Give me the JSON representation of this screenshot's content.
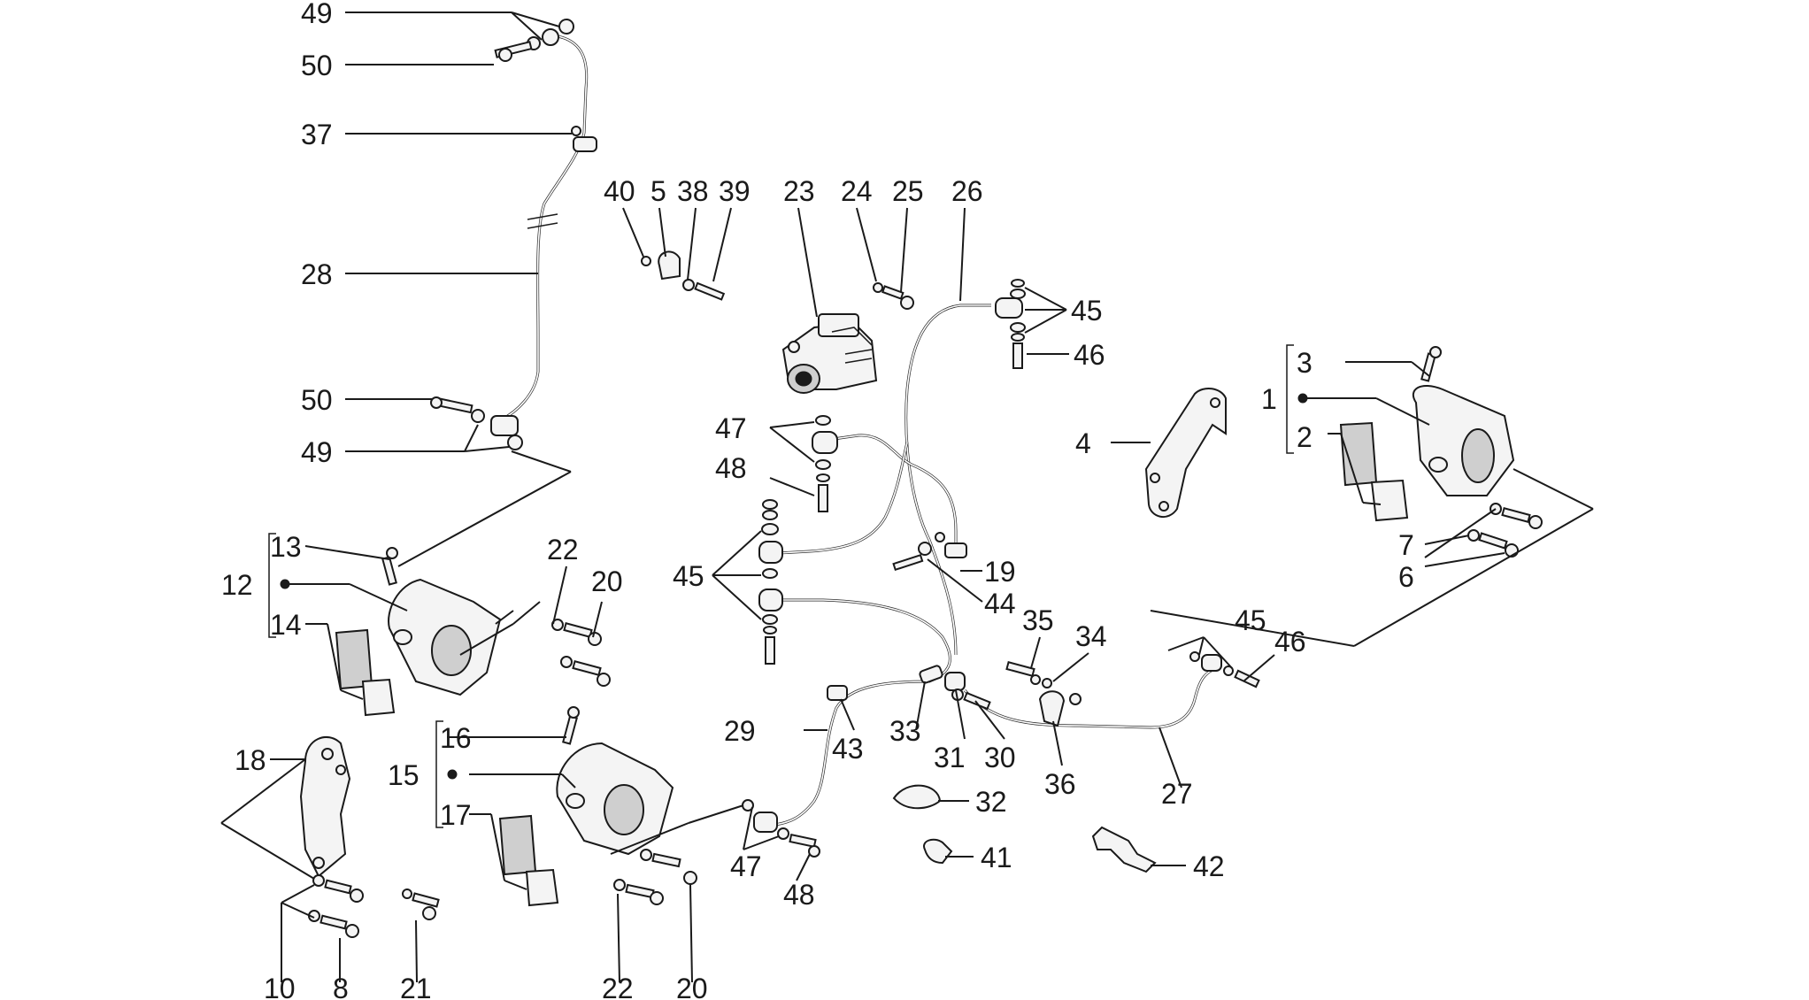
{
  "callouts": [
    {
      "id": "c49a",
      "text": "49"
    },
    {
      "id": "c50a",
      "text": "50"
    },
    {
      "id": "c37",
      "text": "37"
    },
    {
      "id": "c28",
      "text": "28"
    },
    {
      "id": "c50b",
      "text": "50"
    },
    {
      "id": "c49b",
      "text": "49"
    },
    {
      "id": "c40",
      "text": "40"
    },
    {
      "id": "c5",
      "text": "5"
    },
    {
      "id": "c38",
      "text": "38"
    },
    {
      "id": "c39",
      "text": "39"
    },
    {
      "id": "c23",
      "text": "23"
    },
    {
      "id": "c24",
      "text": "24"
    },
    {
      "id": "c25",
      "text": "25"
    },
    {
      "id": "c26",
      "text": "26"
    },
    {
      "id": "c45a",
      "text": "45"
    },
    {
      "id": "c46a",
      "text": "46"
    },
    {
      "id": "c47a",
      "text": "47"
    },
    {
      "id": "c48a",
      "text": "48"
    },
    {
      "id": "c45b",
      "text": "45"
    },
    {
      "id": "c19",
      "text": "19"
    },
    {
      "id": "c44",
      "text": "44"
    },
    {
      "id": "c3",
      "text": "3"
    },
    {
      "id": "c1",
      "text": "1"
    },
    {
      "id": "c2",
      "text": "2"
    },
    {
      "id": "c4",
      "text": "4"
    },
    {
      "id": "c7",
      "text": "7"
    },
    {
      "id": "c6",
      "text": "6"
    },
    {
      "id": "c13",
      "text": "13"
    },
    {
      "id": "c12",
      "text": "12"
    },
    {
      "id": "c14",
      "text": "14"
    },
    {
      "id": "c22a",
      "text": "22"
    },
    {
      "id": "c20a",
      "text": "20"
    },
    {
      "id": "c35",
      "text": "35"
    },
    {
      "id": "c34",
      "text": "34"
    },
    {
      "id": "c45c",
      "text": "45"
    },
    {
      "id": "c46b",
      "text": "46"
    },
    {
      "id": "c29",
      "text": "29"
    },
    {
      "id": "c43",
      "text": "43"
    },
    {
      "id": "c33",
      "text": "33"
    },
    {
      "id": "c31",
      "text": "31"
    },
    {
      "id": "c30",
      "text": "30"
    },
    {
      "id": "c36",
      "text": "36"
    },
    {
      "id": "c27",
      "text": "27"
    },
    {
      "id": "c16",
      "text": "16"
    },
    {
      "id": "c15",
      "text": "15"
    },
    {
      "id": "c17",
      "text": "17"
    },
    {
      "id": "c18",
      "text": "18"
    },
    {
      "id": "c32",
      "text": "32"
    },
    {
      "id": "c41",
      "text": "41"
    },
    {
      "id": "c42",
      "text": "42"
    },
    {
      "id": "c47b",
      "text": "47"
    },
    {
      "id": "c48b",
      "text": "48"
    },
    {
      "id": "c10",
      "text": "10"
    },
    {
      "id": "c8",
      "text": "8"
    },
    {
      "id": "c21",
      "text": "21"
    },
    {
      "id": "c22b",
      "text": "22"
    },
    {
      "id": "c20b",
      "text": "20"
    }
  ]
}
